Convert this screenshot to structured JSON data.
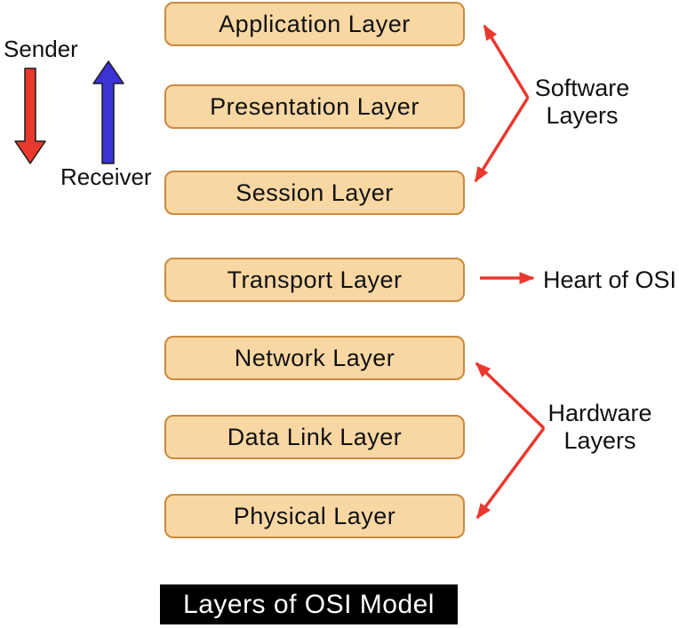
{
  "diagram": {
    "title": "Layers of OSI Model",
    "sender_label": "Sender",
    "receiver_label": "Receiver",
    "layers": [
      {
        "label": "Application Layer"
      },
      {
        "label": "Presentation Layer"
      },
      {
        "label": "Session Layer"
      },
      {
        "label": "Transport Layer"
      },
      {
        "label": "Network Layer"
      },
      {
        "label": "Data Link Layer"
      },
      {
        "label": "Physical Layer"
      }
    ],
    "annotations": {
      "software": {
        "line1": "Software",
        "line2": "Layers"
      },
      "hardware": {
        "line1": "Hardware",
        "line2": "Layers"
      },
      "heart": "Heart of OSI"
    },
    "colors": {
      "box_fill": "#f8d7a3",
      "box_border": "#cb8a3e",
      "arrow_red": "#e9382e",
      "arrow_blue": "#3b33d3",
      "title_bg": "#000000",
      "title_fg": "#ffffff"
    }
  }
}
